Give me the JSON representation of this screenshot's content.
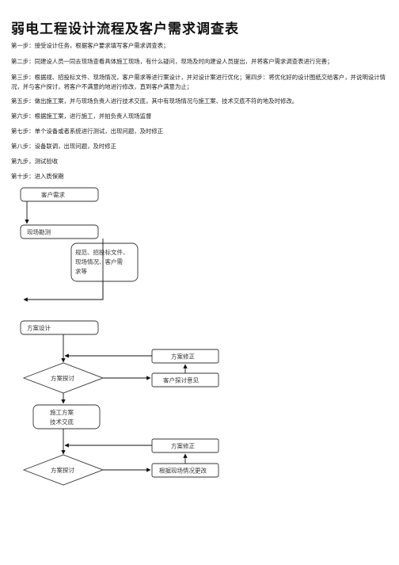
{
  "title": "弱电工程设计流程及客户需求调查表",
  "steps": [
    "第一步：接受设计任务，根据客户要求填写客户需求调查表；",
    "第二步：同建设人员一同去现场查看具体施工现场，有什么疑问，现场及时向建设人员提出，并将客户需求调查表进行完善；",
    "第三步：根据规、招投标文件、现场情况，客户需求等进行案设计，并对设计案进行优化；第四步：将优化好的设计图纸交给客户，并说明设计情况，并与客户探讨，将客户不满意的地进行修改，直到客户满意为止；",
    "第五步：做出施工案，并与现场负责人进行技术交底，其中有现场情况与施工案、技术交底不符的地及时修改。",
    "第六步：根据施工案，进行施工，并拍负责人现场监督",
    "第七步：单个设备或者系统进行测试，出现问题，及时修正",
    "第八步：设备联调，出现问题，及时修正",
    "第九步，测试验收",
    "第十步：进入质保期"
  ],
  "flowchart": {
    "customer_needs": "客户需求",
    "site_survey": "现场勘测",
    "note_lines": [
      "规范、招投标文件、",
      "现场情况、客户需",
      "求等"
    ],
    "scheme_design": "方案设计",
    "scheme_fix_1": "方案修正",
    "scheme_discuss_1": "方案探讨",
    "customer_feedback": "客户探讨意见",
    "construction_lines": [
      "施工方案",
      "技术交底"
    ],
    "scheme_fix_2": "方案修正",
    "scheme_discuss_2": "方案探讨",
    "site_change": "根据现场情况更改"
  }
}
